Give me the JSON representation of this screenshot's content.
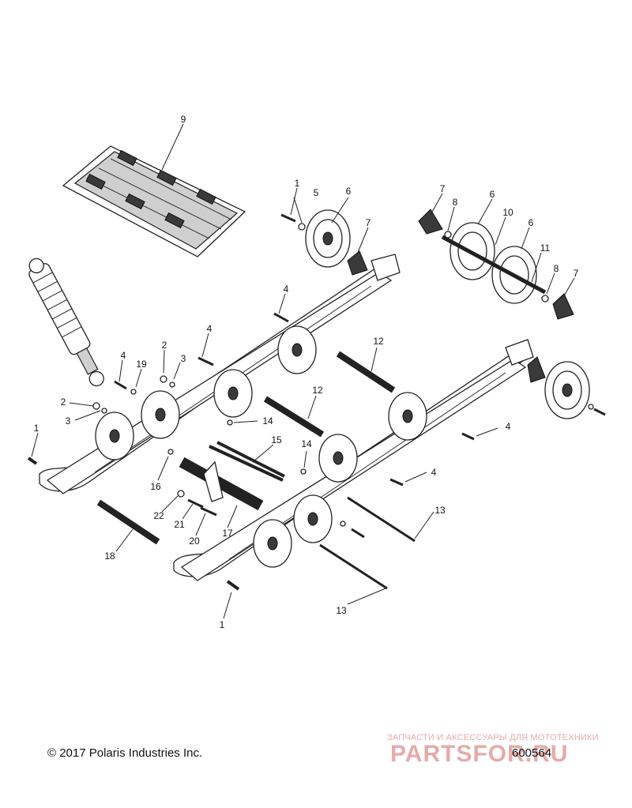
{
  "copyright": "© 2017 Polaris Industries Inc.",
  "diagram_id": "600564",
  "watermark": {
    "caption": "ЗАПЧАСТИ И АКСЕССУАРЫ ДЛЯ МОТОТЕХНИКИ",
    "brand": "PARTSFOR.RU"
  },
  "callouts": [
    {
      "n": "1"
    },
    {
      "n": "1"
    },
    {
      "n": "1"
    },
    {
      "n": "2"
    },
    {
      "n": "2"
    },
    {
      "n": "3"
    },
    {
      "n": "3"
    },
    {
      "n": "4"
    },
    {
      "n": "4"
    },
    {
      "n": "4"
    },
    {
      "n": "4"
    },
    {
      "n": "4"
    },
    {
      "n": "5"
    },
    {
      "n": "6"
    },
    {
      "n": "6"
    },
    {
      "n": "6"
    },
    {
      "n": "7"
    },
    {
      "n": "7"
    },
    {
      "n": "7"
    },
    {
      "n": "8"
    },
    {
      "n": "8"
    },
    {
      "n": "9"
    },
    {
      "n": "10"
    },
    {
      "n": "11"
    },
    {
      "n": "12"
    },
    {
      "n": "12"
    },
    {
      "n": "13"
    },
    {
      "n": "13"
    },
    {
      "n": "14"
    },
    {
      "n": "14"
    },
    {
      "n": "15"
    },
    {
      "n": "16"
    },
    {
      "n": "17"
    },
    {
      "n": "18"
    },
    {
      "n": "19"
    },
    {
      "n": "20"
    },
    {
      "n": "21"
    },
    {
      "n": "22"
    }
  ]
}
